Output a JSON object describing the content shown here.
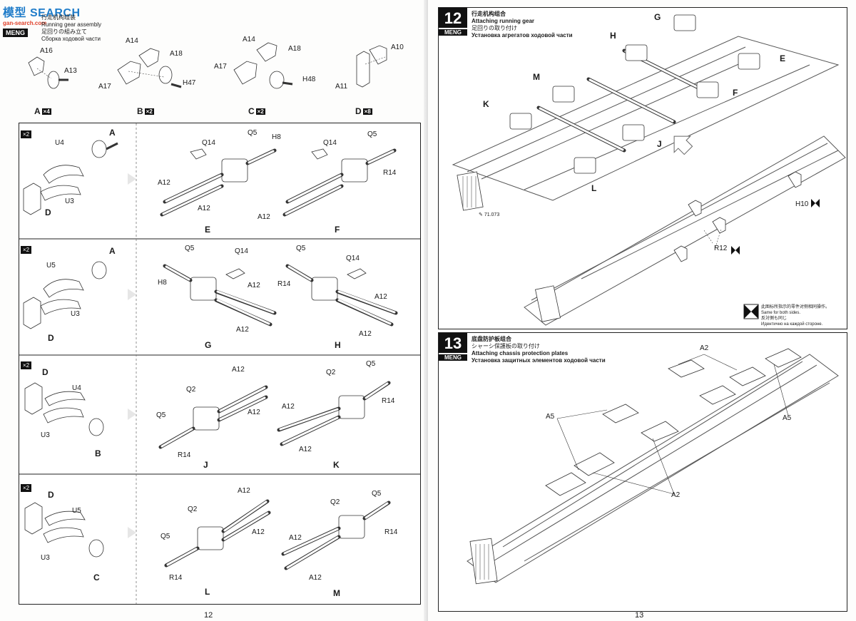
{
  "watermark": {
    "site": "模型 SEARCH",
    "sub": "gan-search.com"
  },
  "left_page": {
    "header": {
      "title_cn": "行走机构组装",
      "title_en": "Running gear assembly",
      "title_jp": "足回りの組み立て",
      "title_ru": "Сборка ходовой части",
      "brand": "MENG"
    },
    "sub_a": {
      "labels": [
        "A16",
        "A13"
      ],
      "name": "A",
      "mult": "×4"
    },
    "sub_b": {
      "labels": [
        "A14",
        "A18",
        "A17",
        "H47"
      ],
      "name": "B",
      "mult": "×2"
    },
    "sub_c": {
      "labels": [
        "A14",
        "A18",
        "A17",
        "H48"
      ],
      "name": "C",
      "mult": "×2"
    },
    "sub_d": {
      "labels": [
        "A10",
        "A11"
      ],
      "name": "D",
      "mult": "×8"
    },
    "rows": [
      {
        "mult": "×2",
        "left": {
          "top": "A",
          "parts": [
            "U4",
            "U3"
          ],
          "bottom": "D"
        },
        "a1": {
          "labels": [
            "Q5",
            "H8",
            "Q14",
            "A12",
            "A12"
          ],
          "name": "E"
        },
        "a2": {
          "labels": [
            "Q14",
            "Q5",
            "R14",
            "A12"
          ],
          "name": "F"
        }
      },
      {
        "mult": "×2",
        "left": {
          "top": "A",
          "parts": [
            "U5",
            "U3"
          ],
          "bottom": "D"
        },
        "a1": {
          "labels": [
            "Q5",
            "Q14",
            "H8",
            "A12",
            "A12"
          ],
          "name": "G"
        },
        "a2": {
          "labels": [
            "Q5",
            "Q14",
            "R14",
            "A12",
            "A12"
          ],
          "name": "H"
        }
      },
      {
        "mult": "×2",
        "left": {
          "top": "D",
          "parts": [
            "U4",
            "U3"
          ],
          "bottom": "B"
        },
        "a1": {
          "labels": [
            "A12",
            "Q2",
            "A12",
            "Q5",
            "R14"
          ],
          "name": "J"
        },
        "a2": {
          "labels": [
            "Q5",
            "Q2",
            "R14",
            "A12",
            "A12"
          ],
          "name": "K"
        }
      },
      {
        "mult": "×2",
        "left": {
          "top": "D",
          "parts": [
            "U5",
            "U3"
          ],
          "bottom": "C"
        },
        "a1": {
          "labels": [
            "A12",
            "Q2",
            "A12",
            "Q5",
            "R14"
          ],
          "name": "L"
        },
        "a2": {
          "labels": [
            "Q5",
            "Q2",
            "R14",
            "A12",
            "A12"
          ],
          "name": "M"
        }
      }
    ],
    "page_number": "12"
  },
  "right_page": {
    "step12": {
      "number": "12",
      "brand": "MENG",
      "title_cn": "行走机构组合",
      "title_en": "Attaching running gear",
      "title_jp": "足回りの取り付け",
      "title_ru": "Установка агрегатов ходовой части",
      "callouts": [
        "G",
        "H",
        "E",
        "M",
        "F",
        "K",
        "J",
        "L",
        "H10",
        "R12"
      ],
      "paint": "71.073",
      "legend": [
        "此图标所指示的零件对侧相同操作。",
        "Same for both sides.",
        "反対側も同じ",
        "Идентично на каждой стороне."
      ]
    },
    "step13": {
      "number": "13",
      "brand": "MENG",
      "title_cn": "底盘防护板组合",
      "title_jp": "シャーシ保護板の取り付け",
      "title_en": "Attaching chassis protection plates",
      "title_ru": "Установка защитных элементов ходовой части",
      "callouts": [
        "A2",
        "A5",
        "A5",
        "A2"
      ]
    },
    "page_number": "13"
  }
}
